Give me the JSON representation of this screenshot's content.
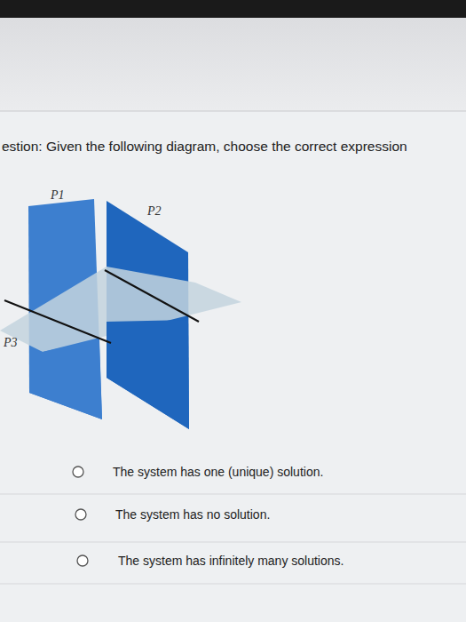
{
  "diagram": {
    "title": "estion: Given the following diagram, choose the correct expression",
    "labels": [
      "P1",
      "P2",
      "P3",
      "The system has one (unique) solution.",
      "The system has no solution.",
      "The system has infinitely many solutions."
    ]
  }
}
